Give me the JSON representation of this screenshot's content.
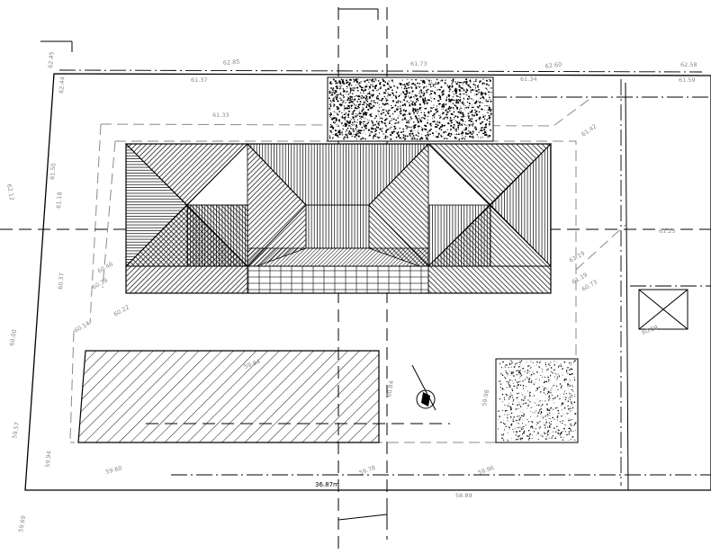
{
  "plot": {
    "elevations": [
      {
        "id": "e1",
        "text": "62.45"
      },
      {
        "id": "e2",
        "text": "62.85"
      },
      {
        "id": "e3",
        "text": "61.73"
      },
      {
        "id": "e4",
        "text": "62.60"
      },
      {
        "id": "e5",
        "text": "62.58"
      },
      {
        "id": "e6",
        "text": "62.44"
      },
      {
        "id": "e7",
        "text": "61.37"
      },
      {
        "id": "e8",
        "text": "61.34"
      },
      {
        "id": "e9",
        "text": "61.59"
      },
      {
        "id": "e10",
        "text": "61.33"
      },
      {
        "id": "e11",
        "text": "61.42"
      },
      {
        "id": "e12",
        "text": "61.18"
      },
      {
        "id": "e13",
        "text": "61.19"
      },
      {
        "id": "e14",
        "text": "61.25"
      },
      {
        "id": "e15",
        "text": "60.37"
      },
      {
        "id": "e16",
        "text": "60.46"
      },
      {
        "id": "e17",
        "text": "60.39"
      },
      {
        "id": "e18",
        "text": "60.22"
      },
      {
        "id": "e19",
        "text": "60.14"
      },
      {
        "id": "e20",
        "text": "61.19"
      },
      {
        "id": "e21",
        "text": "60.73"
      },
      {
        "id": "e22",
        "text": "60.89"
      },
      {
        "id": "e23",
        "text": "60.00"
      },
      {
        "id": "e24",
        "text": "59.84"
      },
      {
        "id": "e25",
        "text": "60.84"
      },
      {
        "id": "e26",
        "text": "59.98"
      },
      {
        "id": "e27",
        "text": "59.57"
      },
      {
        "id": "e28",
        "text": "59.94"
      },
      {
        "id": "e29",
        "text": "59.60"
      },
      {
        "id": "e30",
        "text": "59.78"
      },
      {
        "id": "e31",
        "text": "59.96"
      },
      {
        "id": "e32",
        "text": "58.89"
      },
      {
        "id": "e33",
        "text": "59.69"
      },
      {
        "id": "e34",
        "text": "62.12"
      },
      {
        "id": "e35",
        "text": "61.50"
      }
    ],
    "dimension": "36.87m"
  }
}
